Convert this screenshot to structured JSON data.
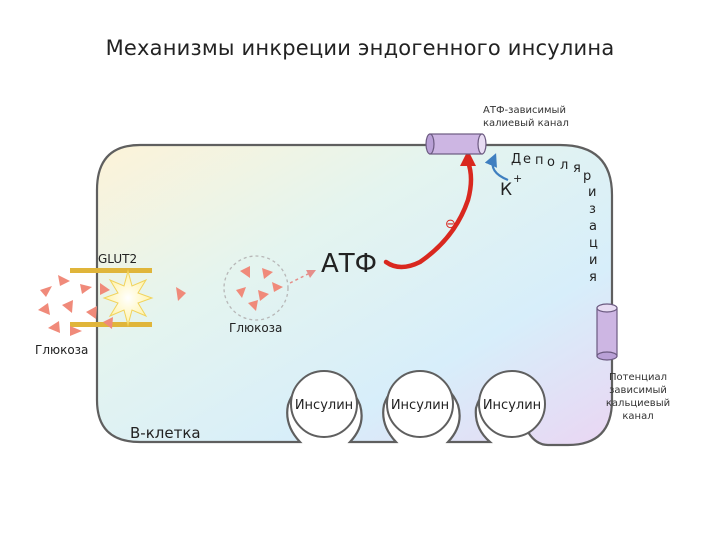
{
  "title": "Механизмы инкреции эндогенного инсулина",
  "labels": {
    "glut2": "GLUT2",
    "glucose_outside": "Глюкоза",
    "glucose_inside": "Глюкоза",
    "atp": "АТФ",
    "inhibit_sign": "⊖",
    "potassium": "К",
    "potassium_charge": "+",
    "katp_line1": "АТФ-зависимый",
    "katp_line2": "калиевый канал",
    "vgcc_line1": "Потенциал",
    "vgcc_line2": "зависимый",
    "vgcc_line3": "кальциевый",
    "vgcc_line4": "канал",
    "cell": "В-клетка",
    "depol_letters": [
      "Д",
      "е",
      "п",
      "о",
      "л",
      "я",
      "р",
      "и",
      "з",
      "а",
      "ц",
      "и",
      "я"
    ],
    "insulin": [
      "Инсулин",
      "Инсулин",
      "Инсулин"
    ]
  },
  "colors": {
    "cell_outline": "#5f5f5f",
    "glut_bars": "#e0b53a",
    "triangles": "#f08a7a",
    "arrow_red": "#d9281f",
    "arrow_blue": "#3f7fc0",
    "channel": "#cdb6e3"
  }
}
